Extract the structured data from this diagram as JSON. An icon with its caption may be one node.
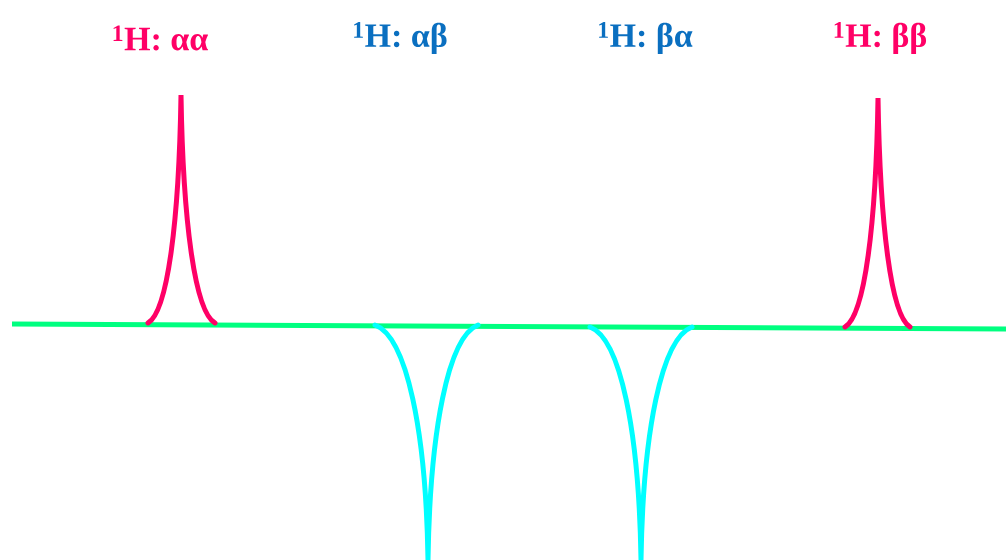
{
  "diagram": {
    "labels": [
      "$^{1}$H: αα",
      "$^{1}$H: αβ",
      "$^{1}$H: βα",
      "$^{1}$H: ββ"
    ]
  }
}
